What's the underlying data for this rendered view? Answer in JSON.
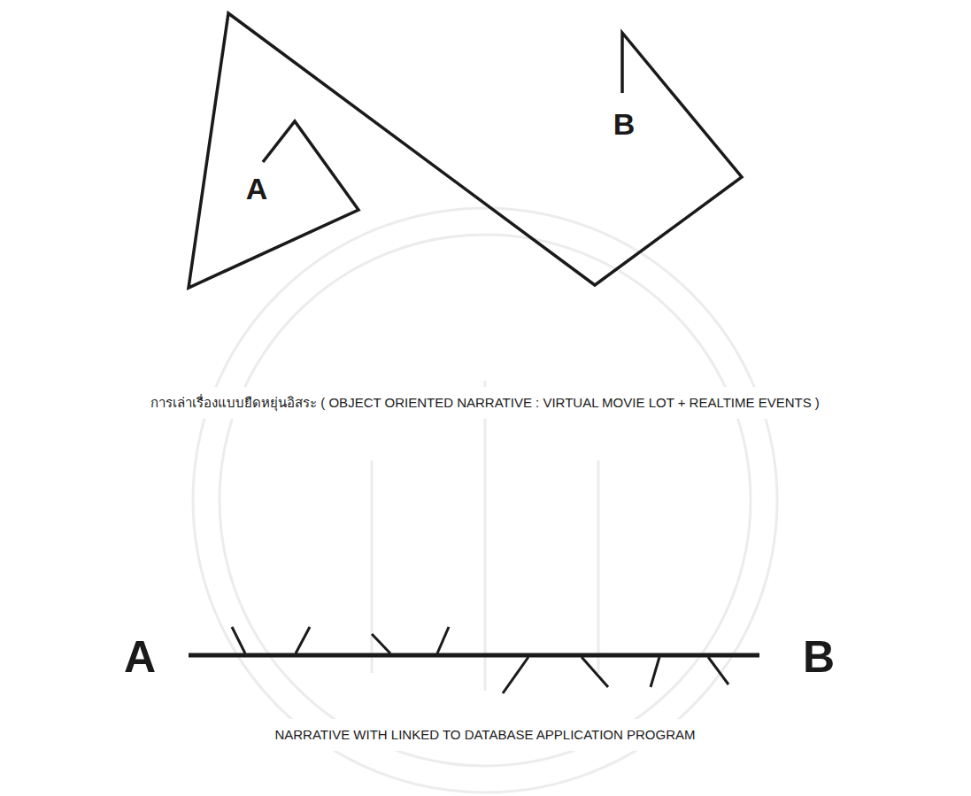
{
  "diagram": {
    "labels": [
      "A",
      "B",
      "การเล่าเรื่องแบบยืดหยุ่นอิสระ ( OBJECT ORIENTED NARRATIVE : VIRTUAL MOVIE LOT + REALTIME EVENTS )",
      "A",
      "B",
      "NARRATIVE WITH LINKED TO DATABASE APPLICATION PROGRAM"
    ]
  }
}
